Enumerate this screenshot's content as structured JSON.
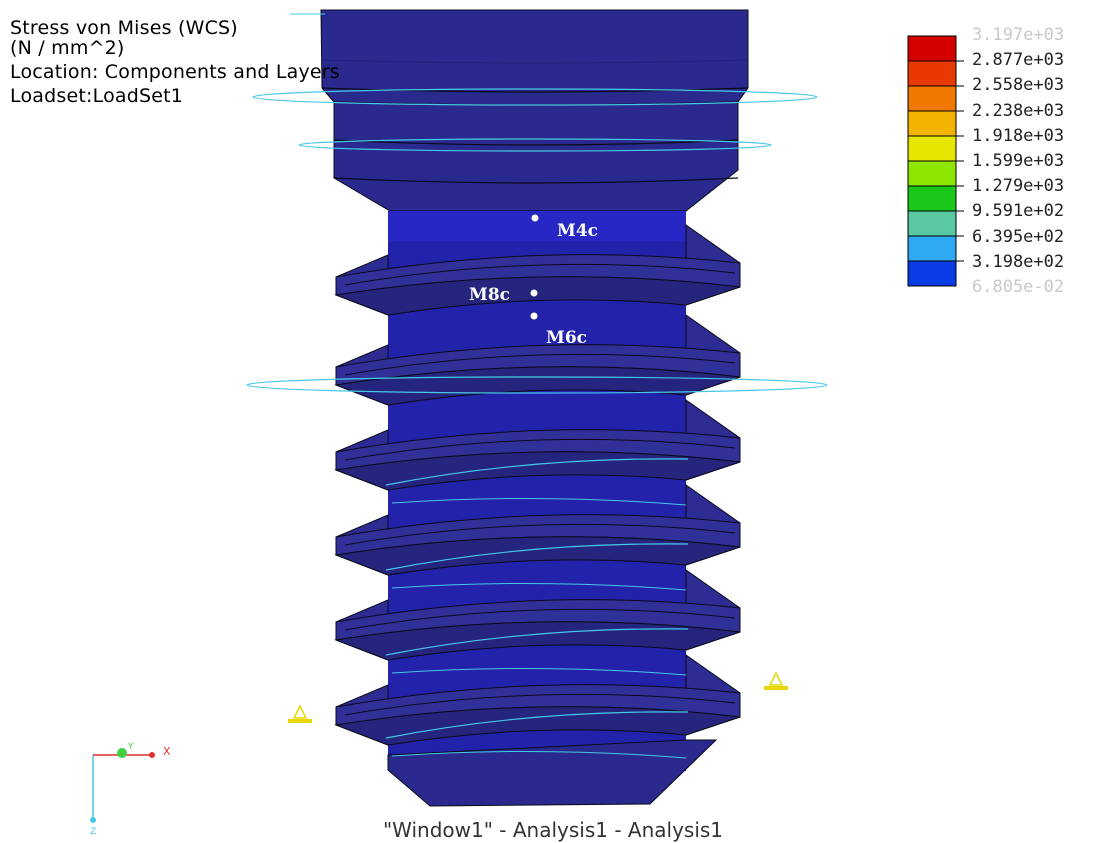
{
  "header": {
    "line1": "Stress von Mises (WCS)",
    "line2": "(N / mm^2)",
    "line3": "Location: Components and Layers",
    "line4": "Loadset:LoadSet1"
  },
  "legend": {
    "labels": [
      "3.197e+03",
      "2.877e+03",
      "2.558e+03",
      "2.238e+03",
      "1.918e+03",
      "1.599e+03",
      "1.279e+03",
      "9.591e+02",
      "6.395e+02",
      "3.198e+02",
      "6.805e-02"
    ],
    "colors": [
      "#d40000",
      "#e83a00",
      "#f07800",
      "#f2b400",
      "#e6e600",
      "#8ce600",
      "#19c819",
      "#5ac8a0",
      "#2ea8f0",
      "#0a3ce6",
      "#24248c"
    ]
  },
  "markers": [
    {
      "label": "M4c"
    },
    {
      "label": "M8c"
    },
    {
      "label": "M6c"
    }
  ],
  "axes": {
    "x": "X",
    "y": "Y",
    "z": "Z"
  },
  "footer": "\"Window1\" - Analysis1 - Analysis1",
  "colors": {
    "body": "#2a2a8e",
    "body_light": "#3b3bb0",
    "outline": "#0a0a1a",
    "helix": "#47c8e8",
    "constraint": "#e6d800"
  }
}
